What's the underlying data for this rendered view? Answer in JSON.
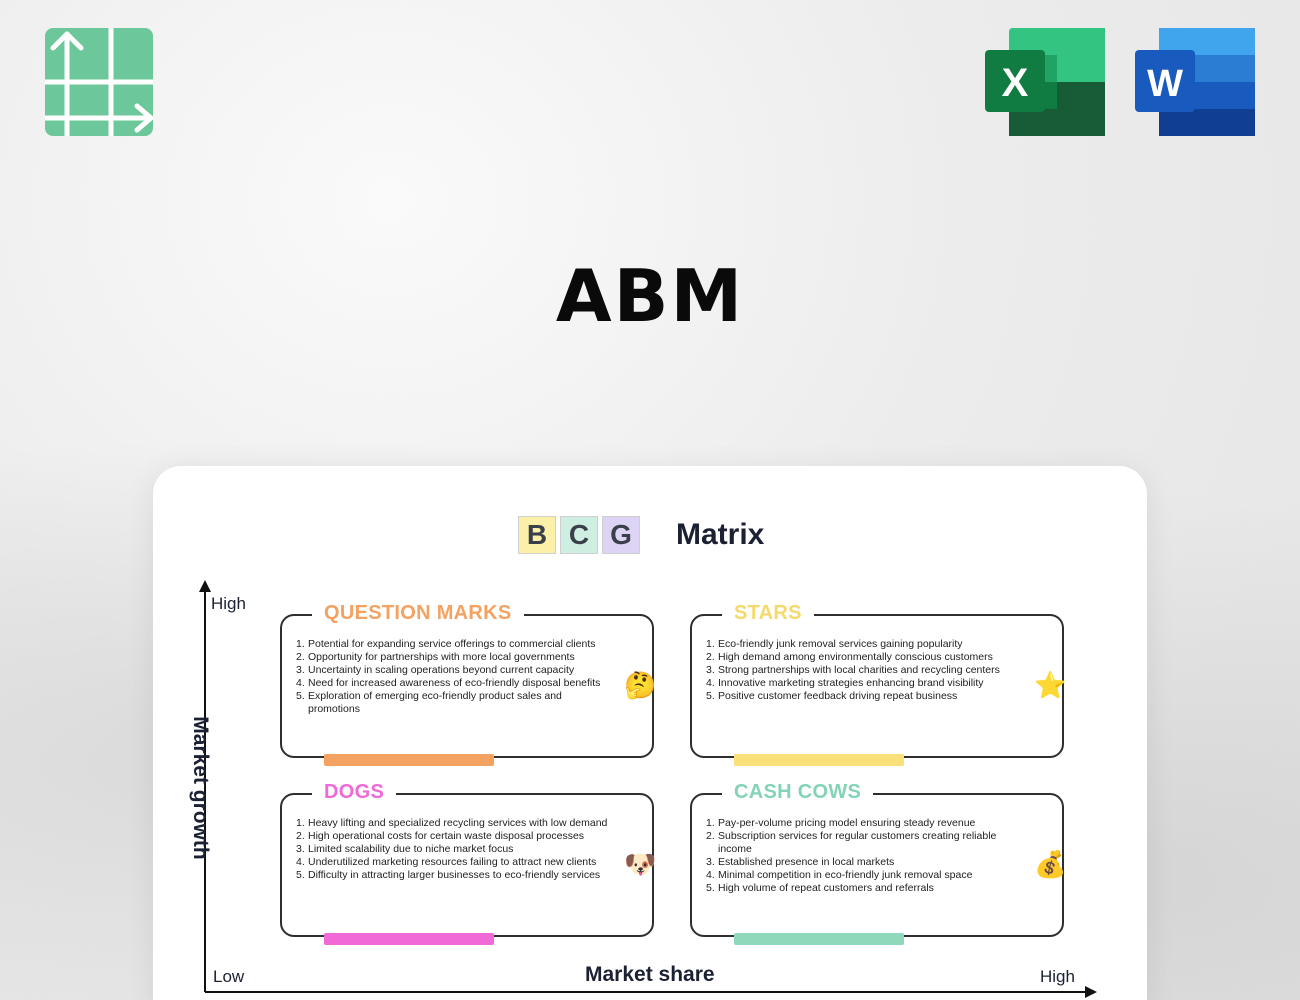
{
  "title": "ABM",
  "apps": {
    "excel_letter": "X",
    "word_letter": "W"
  },
  "matrix": {
    "letters": [
      "B",
      "C",
      "G"
    ],
    "letter_colors": [
      "#fcefa8",
      "#cdeee0",
      "#ddd4f5"
    ],
    "word": "Matrix",
    "axes": {
      "y_title": "Market growth",
      "x_title": "Market share",
      "y_high": "High",
      "x_low": "Low",
      "x_high": "High"
    },
    "quadrants": [
      {
        "title": "QUESTION MARKS",
        "color": "#f4a262",
        "bar_color": "#f4a262",
        "icon": "thinking-face-icon",
        "glyph": "🤔",
        "items": [
          "Potential for expanding service offerings to commercial clients",
          "Opportunity for partnerships with more local governments",
          "Uncertainty in scaling operations beyond current capacity",
          "Need for increased awareness of eco-friendly disposal benefits",
          "Exploration of emerging eco-friendly product sales and promotions"
        ]
      },
      {
        "title": "STARS",
        "color": "#f6d96a",
        "bar_color": "#f9e07b",
        "icon": "star-icon",
        "glyph": "⭐",
        "items": [
          "Eco-friendly junk removal services gaining popularity",
          "High demand among environmentally conscious customers",
          "Strong partnerships with local charities and recycling centers",
          "Innovative marketing strategies enhancing brand visibility",
          "Positive customer feedback driving repeat business"
        ]
      },
      {
        "title": "DOGS",
        "color": "#ef6ad6",
        "bar_color": "#ef6ad6",
        "icon": "dog-face-icon",
        "glyph": "🐶",
        "items": [
          "Heavy lifting and specialized recycling services with low demand",
          "High operational costs for certain waste disposal processes",
          "Limited scalability due to niche market focus",
          "Underutilized marketing resources failing to attract new clients",
          "Difficulty in attracting larger businesses to eco-friendly services"
        ]
      },
      {
        "title": "CASH COWS",
        "color": "#84d3b5",
        "bar_color": "#8fd8bc",
        "icon": "money-bag-icon",
        "glyph": "💰",
        "items": [
          "Pay-per-volume pricing model ensuring steady revenue",
          "Subscription services for regular customers creating reliable income",
          "Established presence in local markets",
          "Minimal competition in eco-friendly junk removal space",
          "High volume of repeat customers and referrals"
        ]
      }
    ]
  }
}
